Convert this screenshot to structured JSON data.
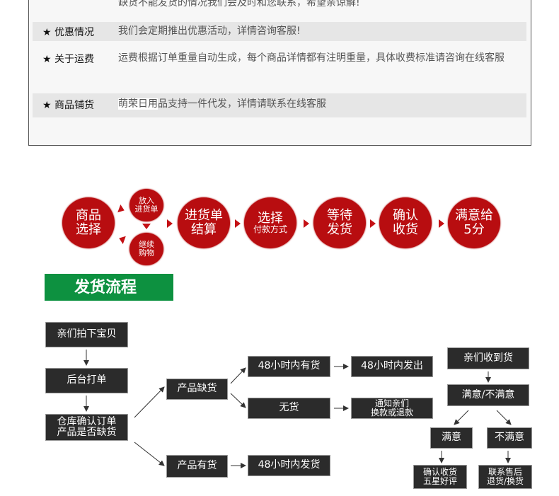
{
  "notice": {
    "top_line": "缺货不能发货的情况我们会及时和您联系，希望亲谅解!",
    "rows": [
      {
        "label": "★ 优惠情况",
        "text": "我们会定期推出优惠活动，详情咨询客服!"
      },
      {
        "label": "★ 关于运费",
        "text": "运费根据订单重量自动生成，每个商品详情都有注明重量，具体收费标准请咨询在线客服"
      },
      {
        "label": "★ 商品铺货",
        "text_highlight": "萌荣日用",
        "text": "品支持一件代发，详情请联系在线客服"
      }
    ]
  },
  "process": {
    "accent": "#b80d10",
    "steps": [
      {
        "l1": "商品",
        "l2": "选择"
      },
      {
        "l1": "放入",
        "l2": "进货单"
      },
      {
        "l1": "继续",
        "l2": "购物"
      },
      {
        "l1": "进货单",
        "l2": "结算"
      },
      {
        "l1": "选择",
        "l2": "付款方式"
      },
      {
        "l1": "等待",
        "l2": "发货"
      },
      {
        "l1": "确认",
        "l2": "收货"
      },
      {
        "l1": "满意给",
        "l2": "5分"
      }
    ]
  },
  "banner": {
    "title": "发货流程",
    "color": "#0d9140"
  },
  "flow": {
    "b1": "亲们拍下宝贝",
    "b2": "后台打单",
    "b3a": "仓库确认订单",
    "b3b": "产品是否缺货",
    "out": "产品缺货",
    "in": "产品有货",
    "out48": "48小时内有货",
    "out48send": "48小时内发出",
    "none": "无货",
    "notify1": "通知亲们",
    "notify2": "换款或退款",
    "in48": "48小时内发货",
    "recv": "亲们收到货",
    "sat_q": "满意/不满意",
    "sat": "满意",
    "unsat": "不满意",
    "sat_r1": "确认收货",
    "sat_r2": "五星好评",
    "unsat_r1": "联系售后",
    "unsat_r2": "退货/换货"
  }
}
